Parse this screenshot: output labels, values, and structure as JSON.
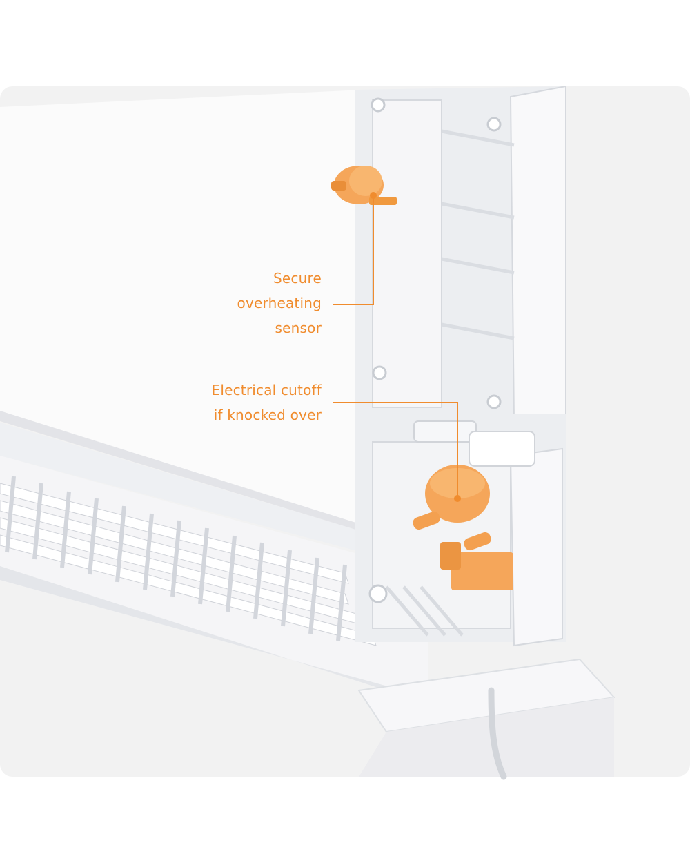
{
  "callouts": {
    "sensor": {
      "lines": [
        "Secure",
        "overheating",
        "sensor"
      ]
    },
    "cutoff": {
      "lines": [
        "Electrical cutoff",
        "if knocked over"
      ]
    }
  },
  "colors": {
    "background_panel": "#f2f2f2",
    "accent_orange": "#f08c2e",
    "part_orange": "#f5a65a",
    "housing_white": "#f7f7f8",
    "housing_shadow": "#d9dbe0"
  },
  "icons": {
    "overheating_sensor": "orange-thermal-sensor-icon",
    "tilt_switch": "orange-tilt-switch-icon"
  }
}
